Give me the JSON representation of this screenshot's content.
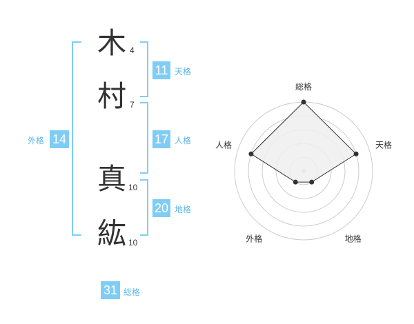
{
  "name": {
    "chars": [
      {
        "char": "木",
        "strokes": "4"
      },
      {
        "char": "村",
        "strokes": "7"
      },
      {
        "char": "真",
        "strokes": "10"
      },
      {
        "char": "紘",
        "strokes": "10"
      }
    ]
  },
  "fortunes": {
    "tenkaku": {
      "value": "11",
      "label": "天格"
    },
    "jinkaku": {
      "value": "17",
      "label": "人格"
    },
    "chikaku": {
      "value": "20",
      "label": "地格"
    },
    "gaikaku": {
      "value": "14",
      "label": "外格"
    },
    "soukaku": {
      "value": "31",
      "label": "総格"
    }
  },
  "radar": {
    "axes": [
      "総格",
      "天格",
      "地格",
      "外格",
      "人格"
    ],
    "levels": 5,
    "values": [
      5,
      4,
      1,
      1,
      4
    ],
    "max": 5,
    "fill_color": "#eeeeee",
    "line_color": "#333333",
    "grid_color": "#cccccc"
  },
  "colors": {
    "accent": "#7fcdf5",
    "accent_text": "#5cb8e6",
    "text": "#333333"
  }
}
